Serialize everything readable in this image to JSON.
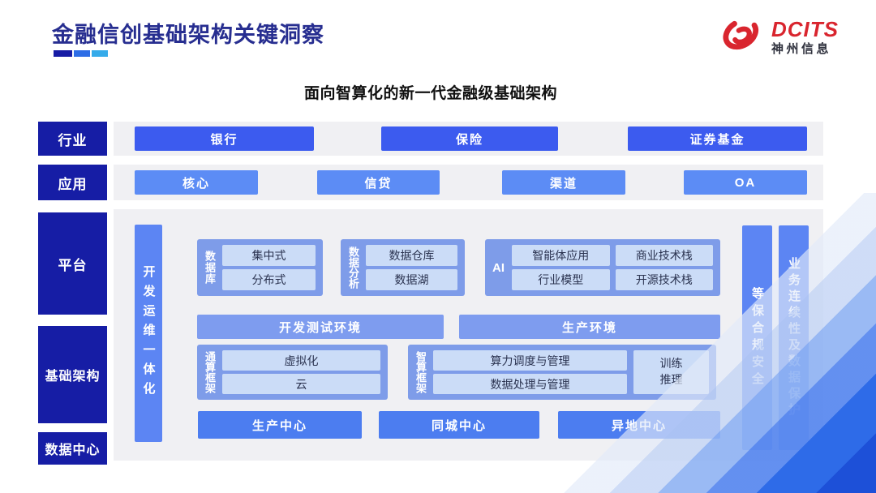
{
  "header": {
    "title": "金融信创基础架构关键洞察",
    "logo": {
      "brand": "DCITS",
      "company": "神州信息"
    }
  },
  "subtitle": "面向智算化的新一代金融级基础架构",
  "sidebar": {
    "industry": "行业",
    "application": "应用",
    "platform": "平台",
    "infrastructure": "基础架构",
    "datacenter": "数据中心"
  },
  "industry_row": {
    "items": [
      "银行",
      "保险",
      "证券基金"
    ]
  },
  "application_row": {
    "items": [
      "核心",
      "信贷",
      "渠道",
      "OA"
    ]
  },
  "platform": {
    "devops": "开发运维一体化",
    "database": {
      "label": "数据库",
      "items": [
        "集中式",
        "分布式"
      ]
    },
    "analysis": {
      "label": "数据分析",
      "items": [
        "数据仓库",
        "数据湖"
      ]
    },
    "ai": {
      "label": "AI",
      "items": [
        "智能体应用",
        "商业技术栈",
        "行业模型",
        "开源技术栈"
      ]
    },
    "environments": {
      "dev_test": "开发测试环境",
      "production": "生产环境"
    },
    "general_framework": {
      "label": "通算框架",
      "items": [
        "虚拟化",
        "云"
      ]
    },
    "intelligent_framework": {
      "label": "智算框架",
      "items": [
        "算力调度与管理",
        "数据处理与管理"
      ],
      "side": "训练推理"
    },
    "centers": [
      "生产中心",
      "同城中心",
      "异地中心"
    ],
    "security_bar": "等保合规安全",
    "continuity_bar": "业务连续性及数据保护"
  },
  "colors": {
    "rail_navy": "#161DA5",
    "title_navy": "#272E90",
    "industry_button": "#3C5BEF",
    "application_button": "#5C8CF5",
    "vertical_bar": "#5C85F3",
    "section_box": "#7E9CE9",
    "inner_chip": "#CBDCF7",
    "env_bar": "#7E9CEF",
    "center_bar": "#4C7DF0",
    "panel_gray": "#F0F0F3",
    "logo_red": "#D9252E",
    "underline_segments": [
      "#171CA5",
      "#2D6DE6",
      "#35ABEA"
    ]
  }
}
